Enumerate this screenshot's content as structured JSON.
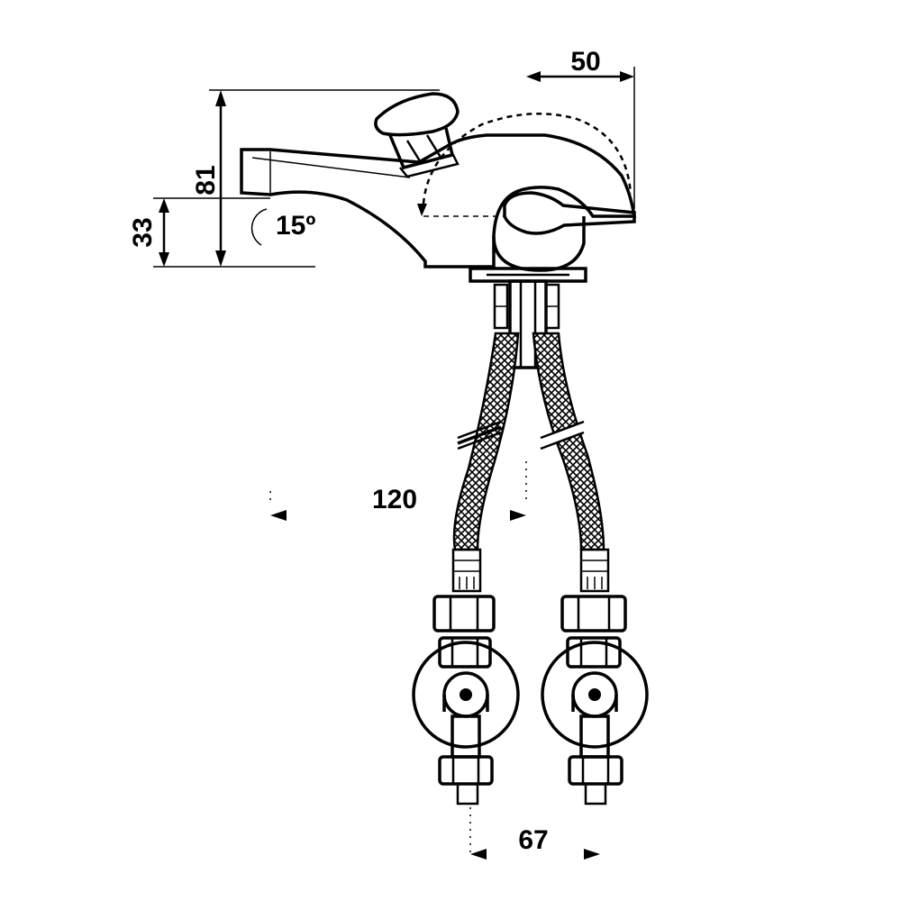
{
  "dimensions": {
    "height_total": "81",
    "height_spout": "33",
    "angle": "15º",
    "lever_offset": "50",
    "hose_offset": "120",
    "valve_spacing": "67"
  },
  "colors": {
    "line": "#000000",
    "background": "#ffffff"
  }
}
